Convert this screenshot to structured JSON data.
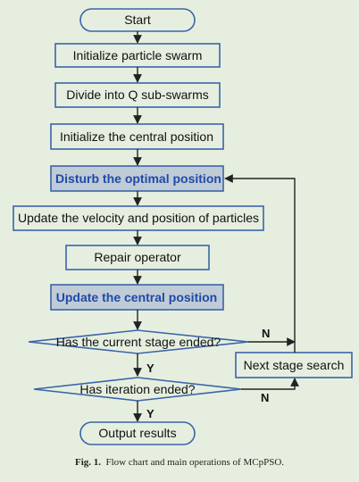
{
  "diagram": {
    "nodes": {
      "start": "Start",
      "init_swarm": "Initialize particle swarm",
      "divide": "Divide into Q sub-swarms",
      "init_central": "Initialize the central position",
      "disturb": "Disturb the optimal position",
      "update_velocity": "Update the velocity and position of particles",
      "repair": "Repair operator",
      "update_central": "Update the central position",
      "stage_ended": "Has the current stage ended?",
      "iteration_ended": "Has iteration ended?",
      "next_stage": "Next stage search",
      "output": "Output results"
    },
    "edge_labels": {
      "stage_no": "N",
      "stage_yes": "Y",
      "iter_no": "N",
      "iter_yes": "Y"
    },
    "colors": {
      "background": "#e6efdf",
      "node_fill": "#e6efdf",
      "highlight_fill": "#bfcbd6",
      "stroke": "#3b64a8",
      "highlight_text": "#1f4aa8"
    }
  },
  "caption": {
    "label": "Fig. 1.",
    "text": "Flow chart and main operations of MCpPSO."
  }
}
